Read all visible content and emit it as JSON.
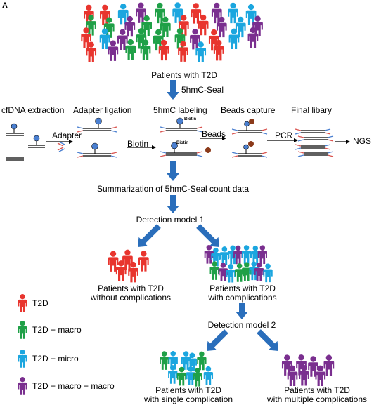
{
  "panel_letter": "A",
  "top_cohort_label": "Patients with T2D",
  "method_label": "5hmC-Seal",
  "steps": [
    "cfDNA extraction",
    "Adapter ligation",
    "5hmC labeling",
    "Beads capture",
    "Final libary"
  ],
  "arrow_labels": [
    "Adapter",
    "Biotin",
    "Beads",
    "PCR"
  ],
  "biotin_tag": "Biotin",
  "output_label": "NGS",
  "summary_label": "Summarization of 5hmC-Seal count data",
  "model1_label": "Detection model 1",
  "model2_label": "Detection model 2",
  "group_no_comp": [
    "Patients with T2D",
    "without complications"
  ],
  "group_comp": [
    "Patients with T2D",
    "with complications"
  ],
  "group_single": [
    "Patients with T2D",
    "with single complication"
  ],
  "group_multi": [
    "Patients with T2D",
    "with multiple complications"
  ],
  "legend": [
    {
      "label": "T2D",
      "color": "#e8352e"
    },
    {
      "label": "T2D + macro",
      "color": "#1fa047"
    },
    {
      "label": "T2D + micro",
      "color": "#1ba6df"
    },
    {
      "label": "T2D + macro + macro",
      "color": "#7a2f8f"
    }
  ],
  "colors": {
    "red": "#e8352e",
    "green": "#1fa047",
    "blue": "#1ba6df",
    "purple": "#7a2f8f",
    "arrow": "#2a6ebb",
    "dna_blue": "#4a7fd0",
    "dna_red": "#d9534f",
    "bead": "#8b3a1a"
  }
}
